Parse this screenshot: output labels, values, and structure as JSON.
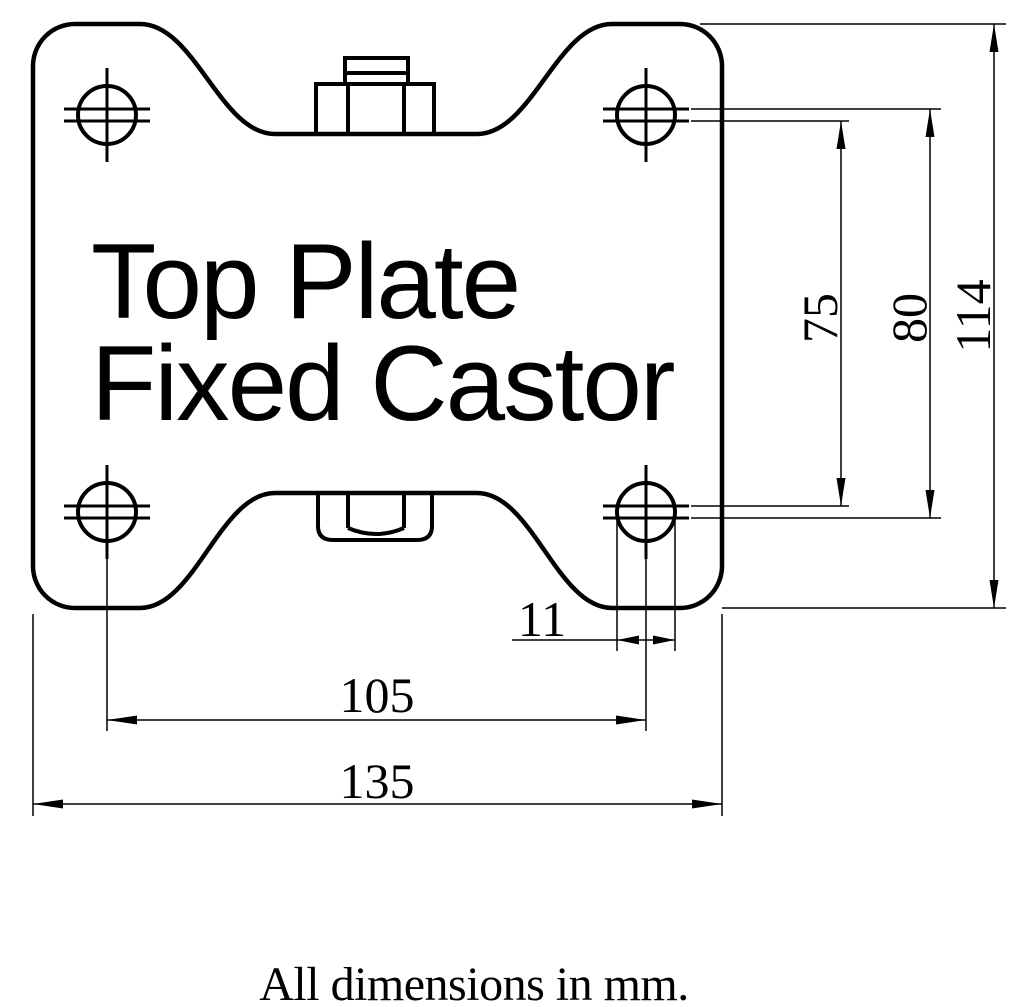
{
  "drawing": {
    "title": {
      "line1": "Top Plate",
      "line2": "Fixed Castor"
    },
    "note": "All dimensions in mm.",
    "dimensions": {
      "hole_pitch_length_min": "75",
      "hole_pitch_length_max": "80",
      "plate_length": "114",
      "hole_diameter": "11",
      "hole_pitch_width": "105",
      "plate_width": "135"
    },
    "colors": {
      "ink": "#000000",
      "paper": "#ffffff"
    }
  }
}
